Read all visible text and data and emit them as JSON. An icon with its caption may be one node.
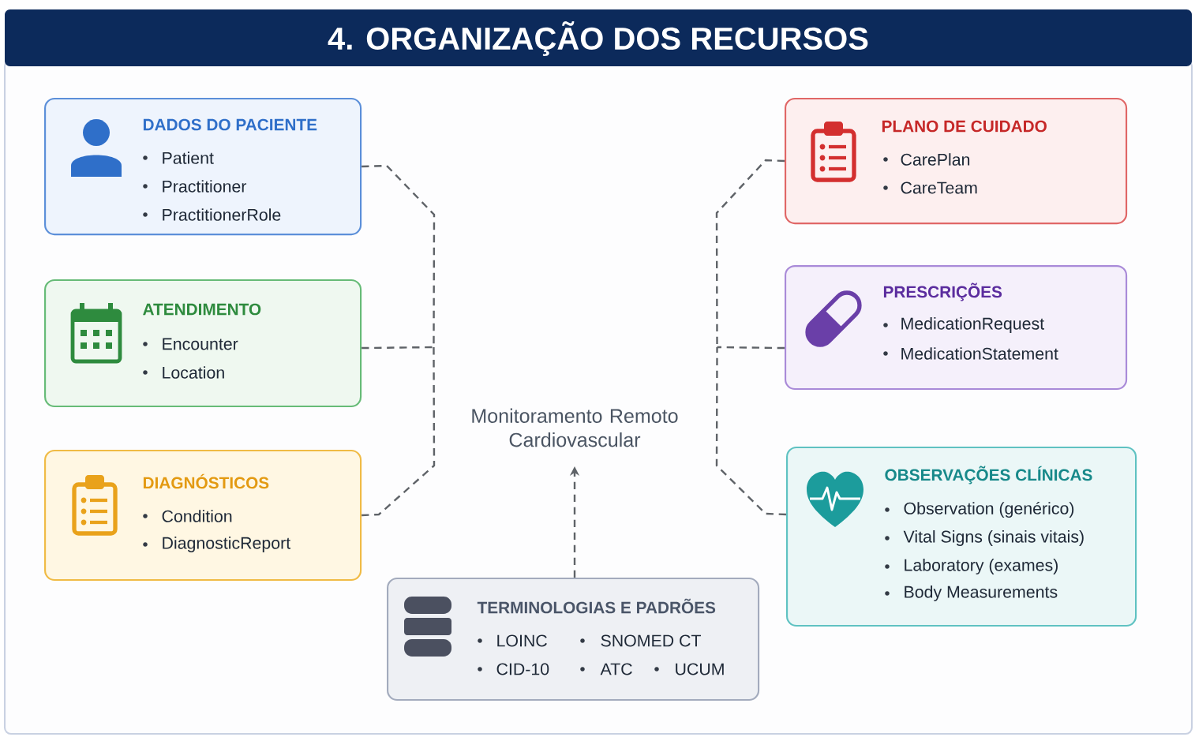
{
  "diagram": {
    "title": "4. ORGANIZAÇÃO DOS RECURSOS",
    "nodes": [
      {
        "text": [
          "DADOS DO PACIENTE",
          "Patient",
          "Practitioner",
          "PractitionerRole"
        ]
      },
      {
        "text": [
          "PLANO DE CUIDADO",
          "CarePlan",
          "CareTeam"
        ]
      },
      {
        "text": [
          "ATENDIMENTO",
          "Encounter",
          "Location"
        ]
      },
      {
        "text": [
          "Monitoramento Remoto Cardiovascular"
        ]
      },
      {
        "text": [
          "PRESCRIÇÕES",
          "MedicationRequest",
          "MedicationStatement"
        ]
      },
      {
        "text": [
          "DIAGNÓSTICOS",
          "Condition",
          "DiagnosticReport"
        ]
      },
      {
        "text": [
          "OBSERVAÇÕES CLÍNICAS",
          "Observation (genérico)",
          "Vital Signs (sinais vitais)",
          "Laboratory (exames)",
          "Body Measurements"
        ]
      },
      {
        "text": [
          "TERMINOLOGIAS E PADRÕES",
          "LOINC",
          "SNOMED CT",
          "CID-10",
          "ATC",
          "UCUM"
        ]
      }
    ],
    "edges": [
      {
        "from": 0,
        "to": 3,
        "arrow": "none",
        "style": "dashed"
      },
      {
        "from": 2,
        "to": 3,
        "arrow": "none",
        "style": "dashed"
      },
      {
        "from": 5,
        "to": 3,
        "arrow": "none",
        "style": "dashed"
      },
      {
        "from": 1,
        "to": 3,
        "arrow": "none",
        "style": "dashed"
      },
      {
        "from": 4,
        "to": 3,
        "arrow": "none",
        "style": "dashed"
      },
      {
        "from": 6,
        "to": 3,
        "arrow": "none",
        "style": "dashed"
      },
      {
        "from": 7,
        "to": 3,
        "arrow": "to",
        "style": "dashed"
      }
    ]
  }
}
